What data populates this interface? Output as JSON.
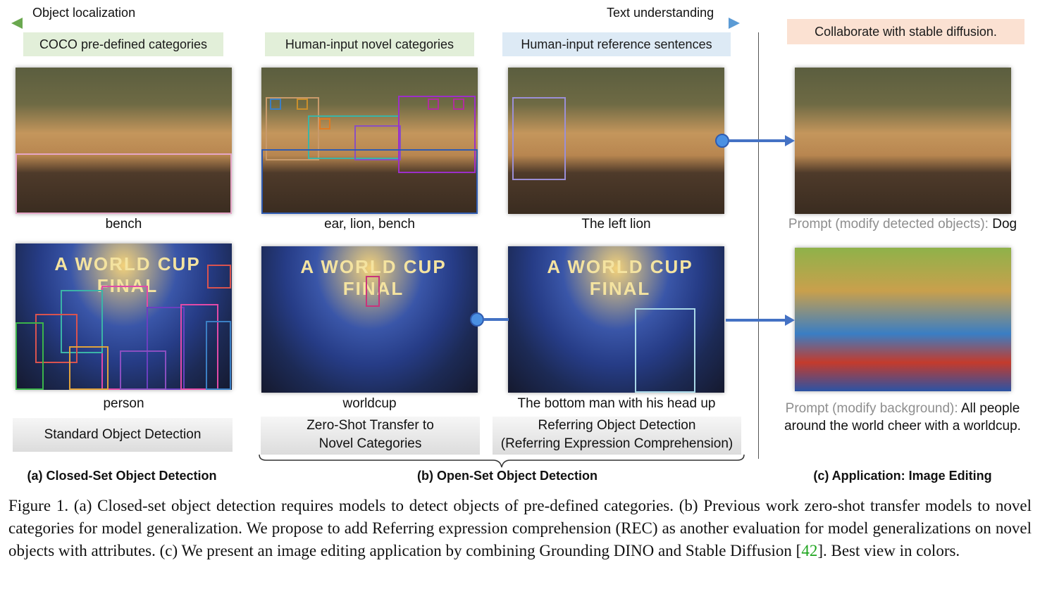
{
  "top_arrow": {
    "left_label": "Object localization",
    "right_label": "Text understanding"
  },
  "categories": {
    "col1": "COCO pre-defined categories",
    "col2": "Human-input novel categories",
    "col3": "Human-input reference sentences",
    "col4": "Collaborate with stable diffusion."
  },
  "row1_captions": {
    "col1": "bench",
    "col2": "ear, lion, bench",
    "col3": "The left lion"
  },
  "row2_captions": {
    "col1": "person",
    "col2": "worldcup",
    "col3": "The bottom man with his head up"
  },
  "task_bars": {
    "col1": "Standard Object Detection",
    "col2_line1": "Zero-Shot Transfer to",
    "col2_line2": "Novel Categories",
    "col3_line1": "Referring Object Detection",
    "col3_line2": "(Referring Expression Comprehension)"
  },
  "prompts": {
    "row1_prefix": "Prompt (modify detected objects):",
    "row1_value": " Dog",
    "row2_prefix": "Prompt (modify background):",
    "row2_value": " All people",
    "row2_line2": "around the world cheer with a worldcup."
  },
  "sections": {
    "a": "(a) Closed-Set Object Detection",
    "b": "(b) Open-Set Object Detection",
    "c": "(c) Application: Image Editing"
  },
  "photo_text": {
    "banner": "A WORLD CUP FINAL"
  },
  "figure_caption": {
    "part1": "Figure 1. (a) Closed-set object detection requires models to detect objects of pre-defined categories. (b) Previous work zero-shot transfer models to novel categories for model generalization. We propose to add Referring expression comprehension (REC) as another evaluation for model generalizations on novel objects with attributes. (c) We present an image editing application by combining Grounding DINO and Stable Diffusion [",
    "ref": "42",
    "part2": "]. Best view in colors."
  },
  "colors": {
    "arrow_left": "#6aa84f",
    "arrow_right": "#5b9bd5",
    "connector": "#4472c4"
  }
}
